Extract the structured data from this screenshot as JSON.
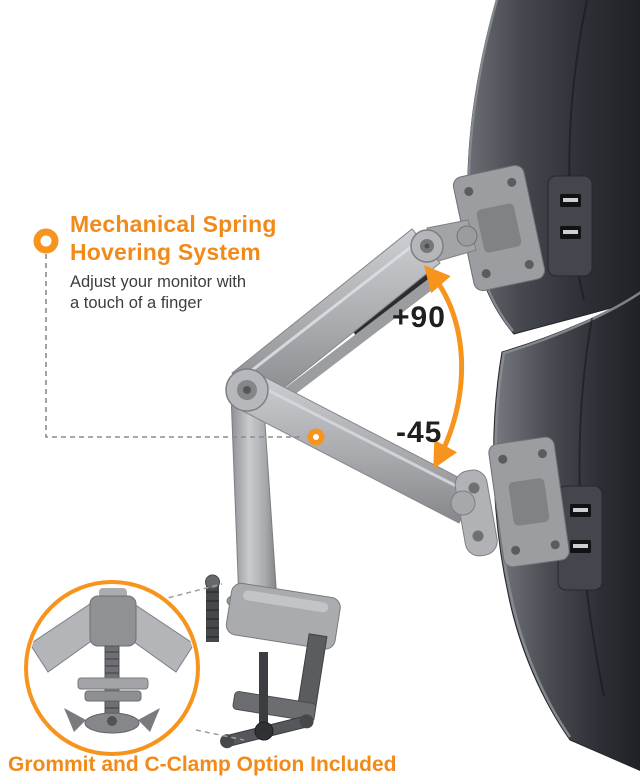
{
  "colors": {
    "accent_orange": "#F7941D",
    "heading_orange": "#F28A1A",
    "body_text": "#3D3D3D",
    "rotation_label_text": "#1F1F1F",
    "monitor_dark": "#33363B",
    "arm_silver": "#B4B6BA",
    "background": "#FFFFFF"
  },
  "callout": {
    "title_line1": "Mechanical Spring",
    "title_line2": "Hovering System",
    "body_line1": "Adjust your monitor with",
    "body_line2": "a touch of a finger"
  },
  "rotation": {
    "up_label": "+90",
    "down_label": "-45"
  },
  "footer": {
    "caption": "Grommit and C-Clamp Option Included"
  },
  "icons": {
    "callout_marker": "orange-ring-dot",
    "pivot_marker": "orange-dot-white-center",
    "rotation_arrow": "curved-double-headed-arrow",
    "inset_magnifier": "orange-circle-detail-inset"
  }
}
